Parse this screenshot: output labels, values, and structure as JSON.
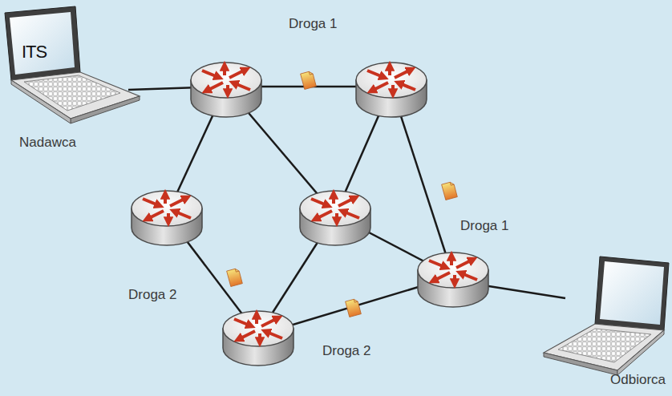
{
  "diagram": {
    "nodes": [
      {
        "text": [
          "Nadawca"
        ]
      },
      {
        "text": [
          "Odbiorca"
        ]
      }
    ],
    "labels": [
      "ITS",
      "Droga 1",
      "Droga 1",
      "Droga 2",
      "Droga 2"
    ]
  }
}
